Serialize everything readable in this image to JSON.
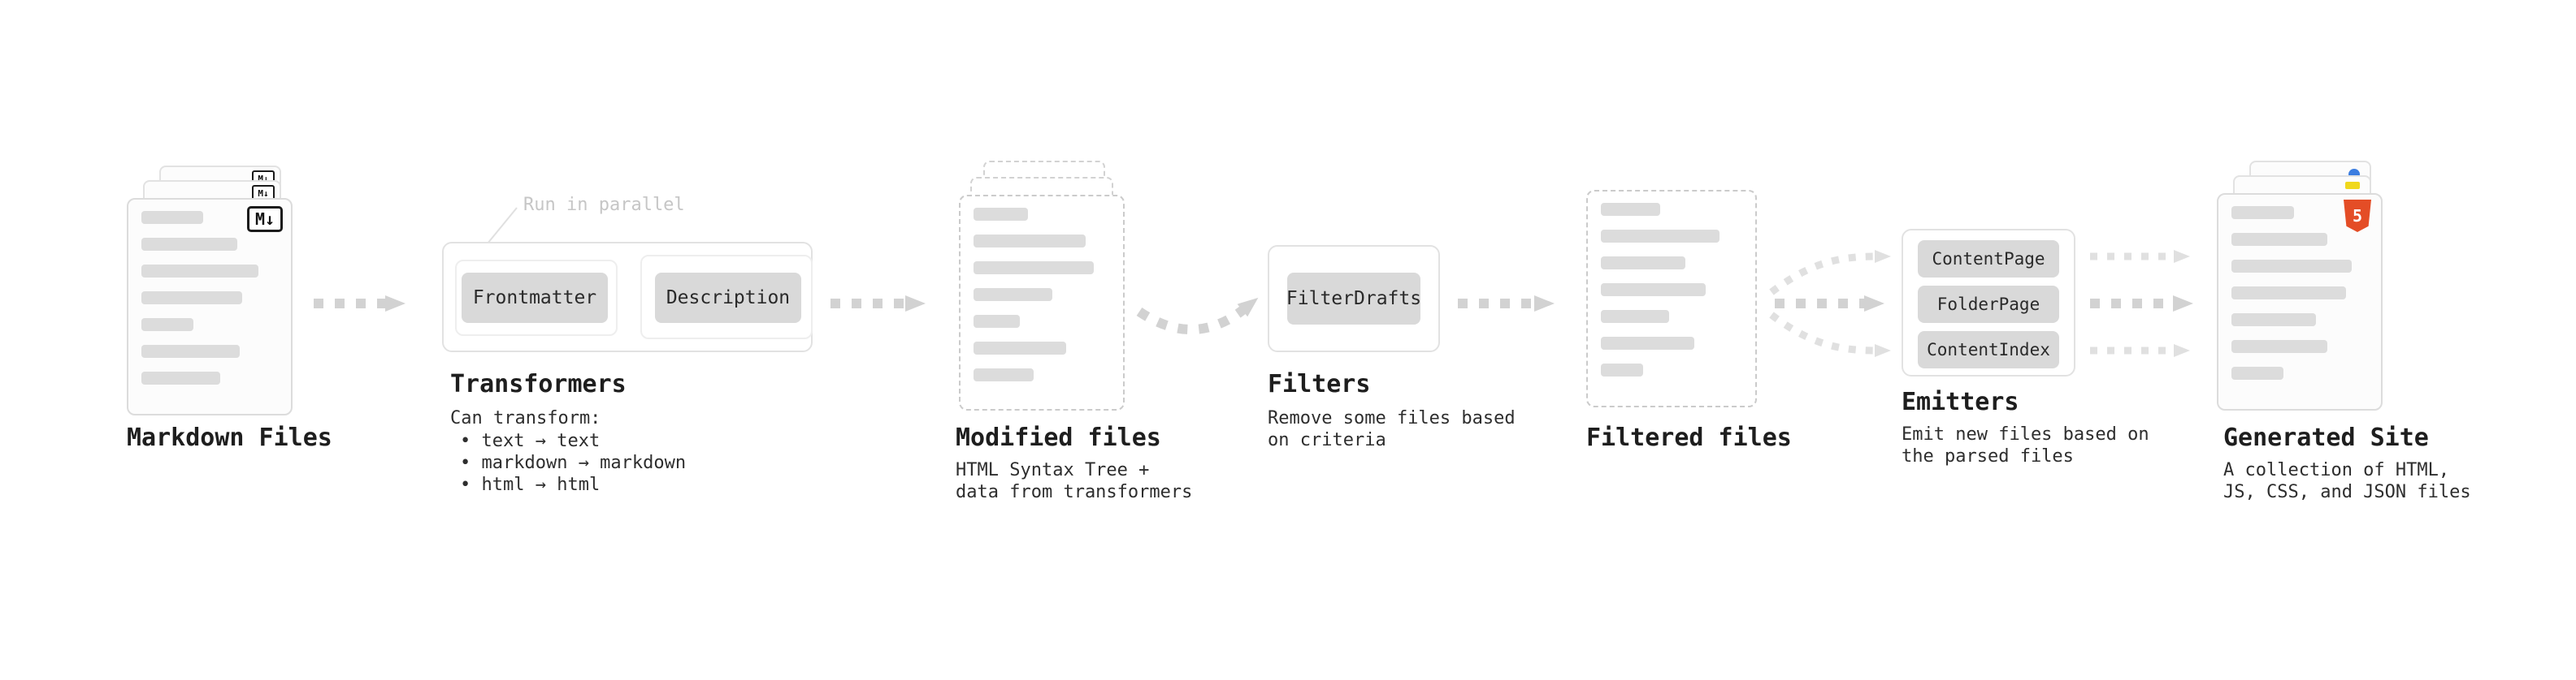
{
  "pipeline": {
    "markdown_files": {
      "label": "Markdown Files",
      "badge": "M↓"
    },
    "transformers": {
      "annotation": "Run in parallel",
      "box1": "Frontmatter",
      "box2": "Description",
      "label": "Transformers",
      "sub_title": "Can transform:",
      "bullet1": "• text → text",
      "bullet2": "• markdown → markdown",
      "bullet3": "• html → html"
    },
    "modified_files": {
      "label": "Modified files",
      "sub1": "HTML Syntax Tree +",
      "sub2": "data from transformers"
    },
    "filters": {
      "box1": "FilterDrafts",
      "label": "Filters",
      "sub1": "Remove some files based",
      "sub2": "on criteria"
    },
    "filtered_files": {
      "label": "Filtered files"
    },
    "emitters": {
      "box1": "ContentPage",
      "box2": "FolderPage",
      "box3": "ContentIndex",
      "label": "Emitters",
      "sub1": "Emit new files based on",
      "sub2": "the parsed files"
    },
    "generated_site": {
      "label": "Generated Site",
      "badge": "5",
      "sub1": "A collection of HTML,",
      "sub2": "JS, CSS, and JSON files"
    }
  },
  "colors": {
    "arrow": "#d2d2d2",
    "arrow_light": "#e0e0e0",
    "box_fill": "#d9d9d9",
    "card_border": "#dcdcdc",
    "dashed_border": "#cbcbcb",
    "placeholder_bar": "#dcdcdc",
    "title_text": "#1e1e1e",
    "body_text": "#2e2e2e",
    "muted_text": "#c6c6c6",
    "html5_orange": "#e44d26",
    "favicon_blue": "#3b7de0",
    "js_yellow": "#f0d81c"
  }
}
